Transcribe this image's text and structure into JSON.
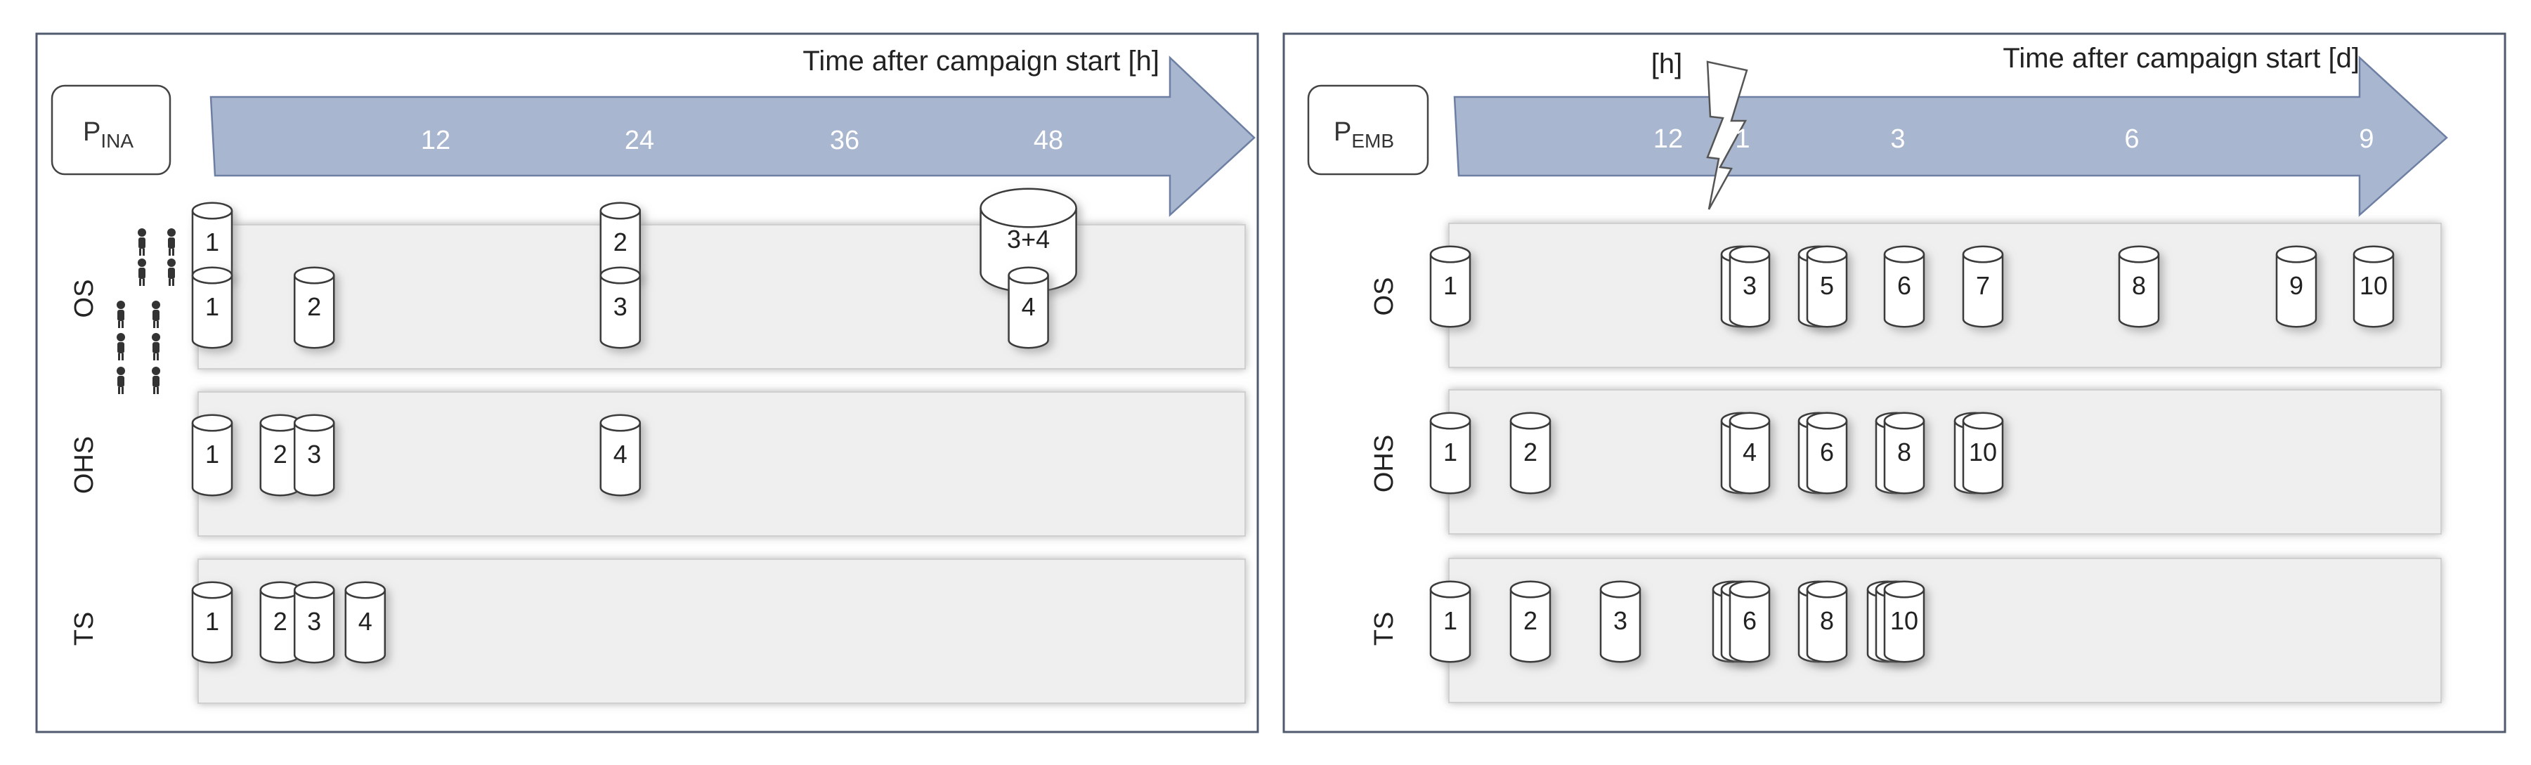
{
  "panels": [
    {
      "id": "ina",
      "label_main": "P",
      "label_sub": "INA",
      "axis_title": "Time after campaign start [h]",
      "ticks": [
        "12",
        "24",
        "36",
        "48"
      ],
      "rows": [
        {
          "name": "OS",
          "samples": [
            {
              "label": "1",
              "time": 0,
              "level": "upper"
            },
            {
              "label": "1",
              "time": 0,
              "level": "lower"
            },
            {
              "label": "2",
              "time": 6,
              "level": "lower"
            },
            {
              "label": "2",
              "time": 24,
              "level": "upper"
            },
            {
              "label": "3",
              "time": 24,
              "level": "lower"
            },
            {
              "label": "3+4",
              "time": 48,
              "level": "upper",
              "wide": true
            },
            {
              "label": "4",
              "time": 48,
              "level": "lower"
            }
          ]
        },
        {
          "name": "OHS",
          "samples": [
            {
              "label": "1",
              "time": 0
            },
            {
              "label": "2",
              "time": 4
            },
            {
              "label": "3",
              "time": 6
            },
            {
              "label": "4",
              "time": 24
            }
          ]
        },
        {
          "name": "TS",
          "samples": [
            {
              "label": "1",
              "time": 0
            },
            {
              "label": "2",
              "time": 4
            },
            {
              "label": "3",
              "time": 6
            },
            {
              "label": "4",
              "time": 9
            }
          ]
        }
      ]
    },
    {
      "id": "emb",
      "label_main": "P",
      "label_sub": "EMB",
      "axis_title": "Time after campaign start [d]",
      "axis_title_hours": "[h]",
      "ticks": [
        "12",
        "1",
        "3",
        "6",
        "9"
      ],
      "rows": [
        {
          "name": "OS",
          "samples": [
            {
              "label": "1",
              "time": 0
            },
            {
              "label": "3",
              "time": 1,
              "stacked": true
            },
            {
              "label": "5",
              "time": 2,
              "stacked": true
            },
            {
              "label": "6",
              "time": 3
            },
            {
              "label": "7",
              "time": 4
            },
            {
              "label": "8",
              "time": 6
            },
            {
              "label": "9",
              "time": 8
            },
            {
              "label": "10",
              "time": 9
            }
          ]
        },
        {
          "name": "OHS",
          "samples": [
            {
              "label": "1",
              "time": 0
            },
            {
              "label": "2",
              "time": 0.5
            },
            {
              "label": "4",
              "time": 1,
              "stacked": true
            },
            {
              "label": "6",
              "time": 2,
              "stacked": true
            },
            {
              "label": "8",
              "time": 3,
              "stacked": true
            },
            {
              "label": "10",
              "time": 4,
              "stacked": true
            }
          ]
        },
        {
          "name": "TS",
          "samples": [
            {
              "label": "1",
              "time": 0
            },
            {
              "label": "2",
              "time": 0.5
            },
            {
              "label": "3",
              "time": 0.75
            },
            {
              "label": "6",
              "time": 1,
              "stacked": true,
              "stack_count": 3
            },
            {
              "label": "8",
              "time": 2,
              "stacked": true
            },
            {
              "label": "10",
              "time": 3,
              "stacked": true,
              "stack_count": 3
            }
          ]
        }
      ]
    }
  ],
  "colors": {
    "arrow_fill": "#a9b6cf",
    "arrow_stroke": "#6d7fa3",
    "tick_text": "#ffffff",
    "frame": "#505a6e",
    "lane_fill": "#efefef",
    "cylinder_stroke": "#3a3a3a"
  },
  "icons": {
    "people": "person-icon",
    "lightning": "lightning-bolt-icon"
  }
}
